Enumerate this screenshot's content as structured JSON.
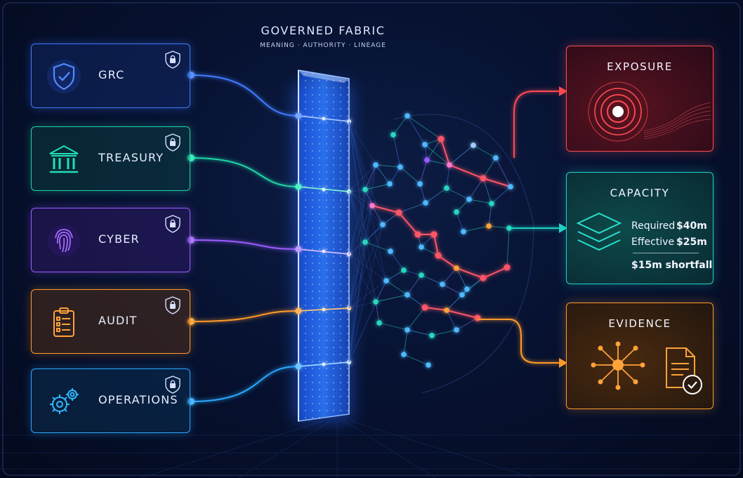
{
  "fabric": {
    "title": "GOVERNED FABRIC",
    "subtitle": "MEANING · AUTHORITY · LINEAGE"
  },
  "sources": [
    {
      "label": "GRC",
      "icon": "shield-check-icon",
      "color": "#3f7bff"
    },
    {
      "label": "TREASURY",
      "icon": "bank-building-icon",
      "color": "#1fd6a8"
    },
    {
      "label": "CYBER",
      "icon": "fingerprint-icon",
      "color": "#9b5cff"
    },
    {
      "label": "AUDIT",
      "icon": "clipboard-checklist-icon",
      "color": "#ff9a2a"
    },
    {
      "label": "OPERATIONS",
      "icon": "gears-icon",
      "color": "#2aa8ff"
    }
  ],
  "outputs": {
    "exposure": {
      "label": "EXPOSURE",
      "icon": "target-icon",
      "color": "#ff4b52"
    },
    "capacity": {
      "label": "CAPACITY",
      "icon": "layers-icon",
      "color": "#1fd3c2",
      "required_label": "Required",
      "required_value": "$40m",
      "effective_label": "Effective",
      "effective_value": "$25m",
      "shortfall": "$15m shortfall"
    },
    "evidence": {
      "label": "EVIDENCE",
      "icon": "hub-network-icon",
      "doc_icon": "document-check-icon",
      "color": "#ff9a2a"
    }
  }
}
